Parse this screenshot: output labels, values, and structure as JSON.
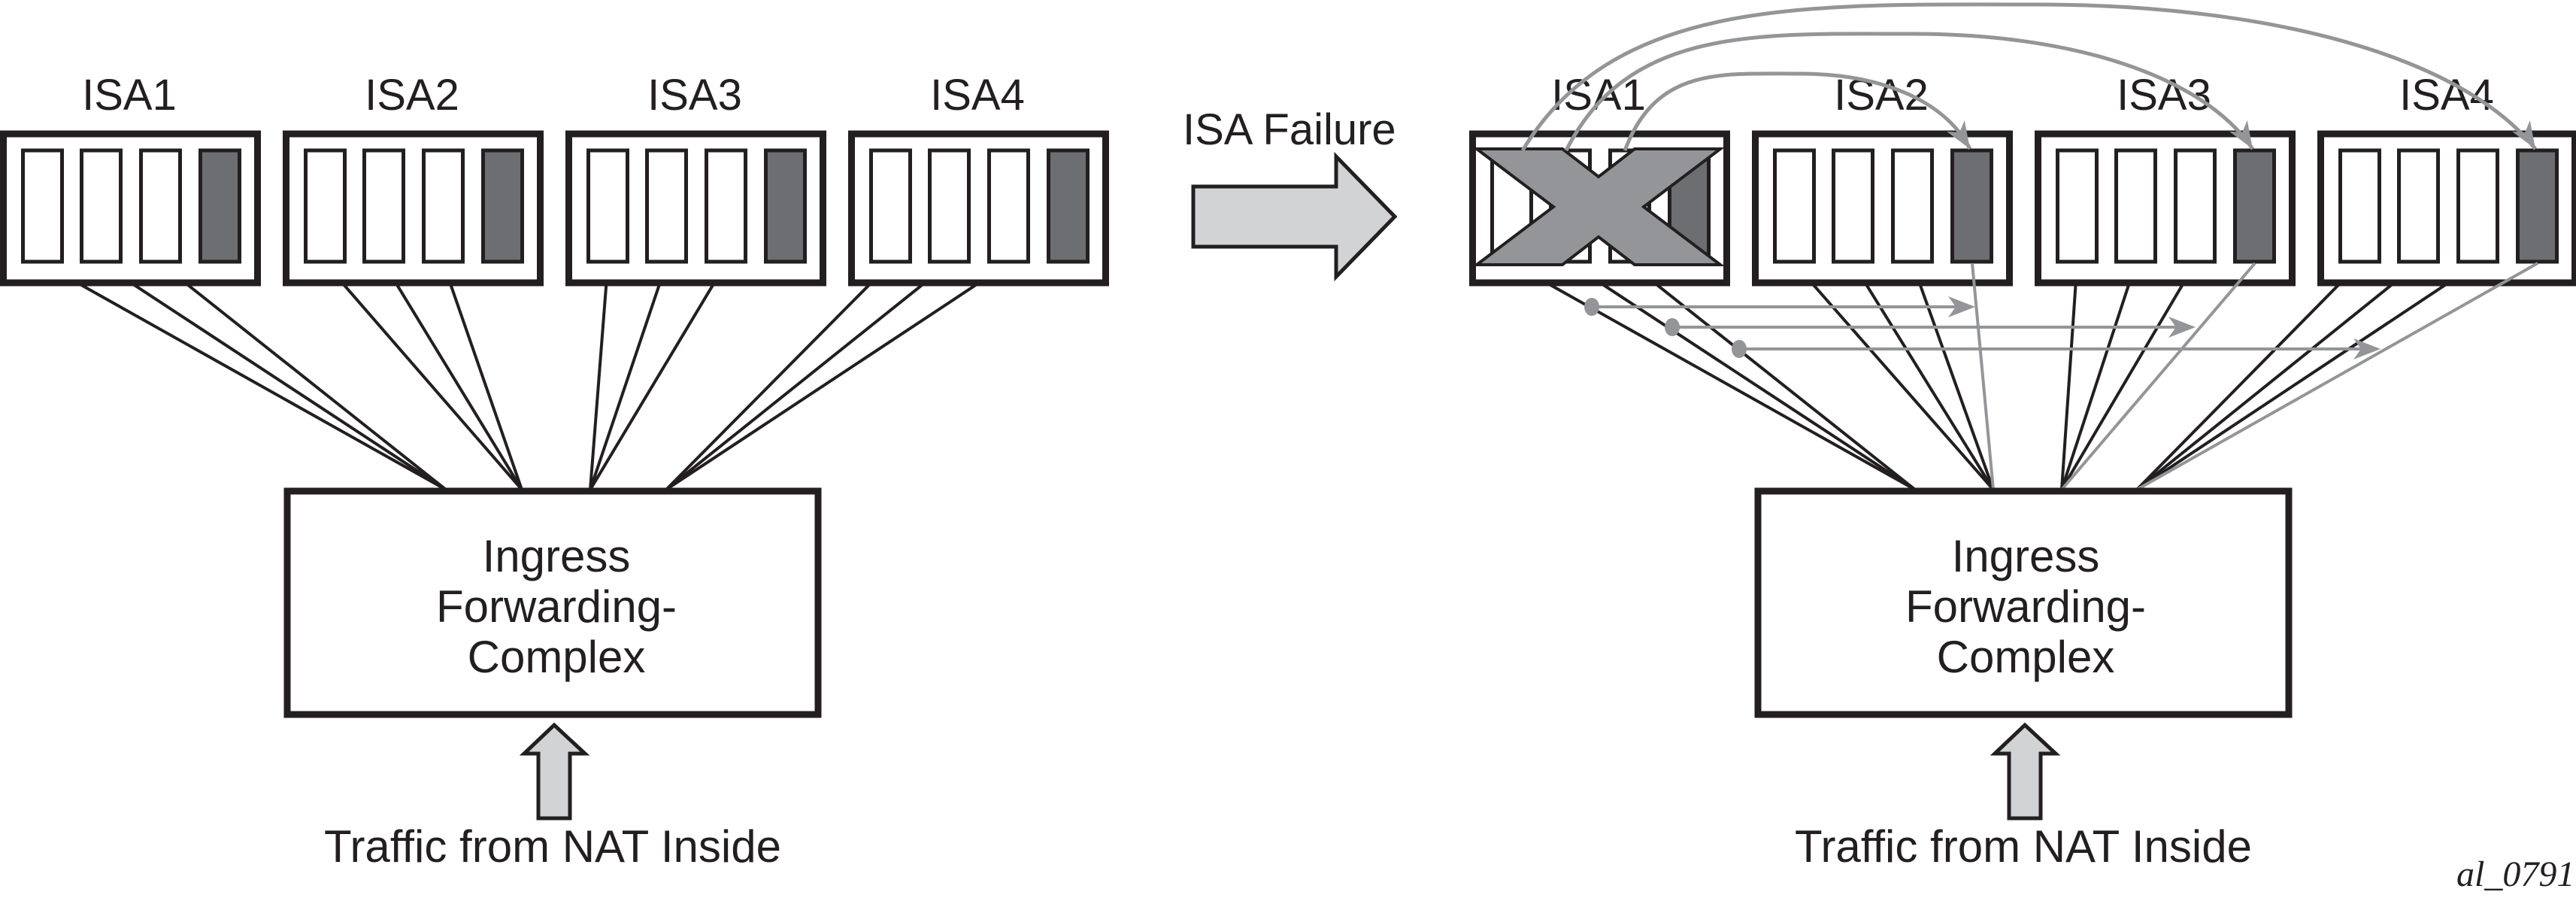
{
  "diagram": {
    "before": {
      "isa_labels": [
        "ISA1",
        "ISA2",
        "ISA3",
        "ISA4"
      ],
      "ingress_label_lines": [
        "Ingress",
        "Forwarding-",
        "Complex"
      ],
      "traffic_label": "Traffic from NAT Inside",
      "failed_isa": null
    },
    "transition_label": "ISA Failure",
    "after": {
      "isa_labels": [
        "ISA1",
        "ISA2",
        "ISA3",
        "ISA4"
      ],
      "ingress_label_lines": [
        "Ingress",
        "Forwarding-",
        "Complex"
      ],
      "traffic_label": "Traffic from NAT Inside",
      "failed_isa": "ISA1",
      "redistribution": [
        {
          "from": "ISA1 slot 1",
          "to": "ISA4 standby slot"
        },
        {
          "from": "ISA1 slot 2",
          "to": "ISA3 standby slot"
        },
        {
          "from": "ISA1 slot 3",
          "to": "ISA2 standby slot"
        }
      ]
    },
    "slots_per_isa": 4,
    "active_slots_per_isa": 3,
    "standby_slot_index": 4,
    "figure_id": "al_0791",
    "colors": {
      "outline": "#231f20",
      "standby_slot": "#6d6e71",
      "failure_mark": "#939598",
      "redirect": "#939598",
      "arrow_fill": "#d1d3d4"
    }
  }
}
